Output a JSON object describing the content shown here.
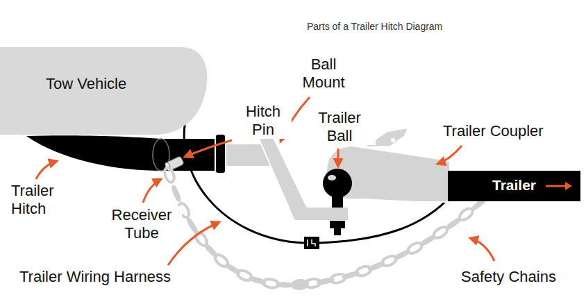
{
  "diagram": {
    "title": "Parts of a Trailer Hitch Diagram",
    "nodes": [
      {
        "text": [
          "Tow Vehicle"
        ]
      },
      {
        "text": [
          "Trailer"
        ]
      }
    ],
    "labels": [
      "Ball Mount",
      "Hitch Pin",
      "Trailer Ball",
      "Trailer Coupler",
      "Trailer Hitch",
      "Receiver Tube",
      "Trailer Wiring Harness",
      "Safety Chains"
    ]
  }
}
